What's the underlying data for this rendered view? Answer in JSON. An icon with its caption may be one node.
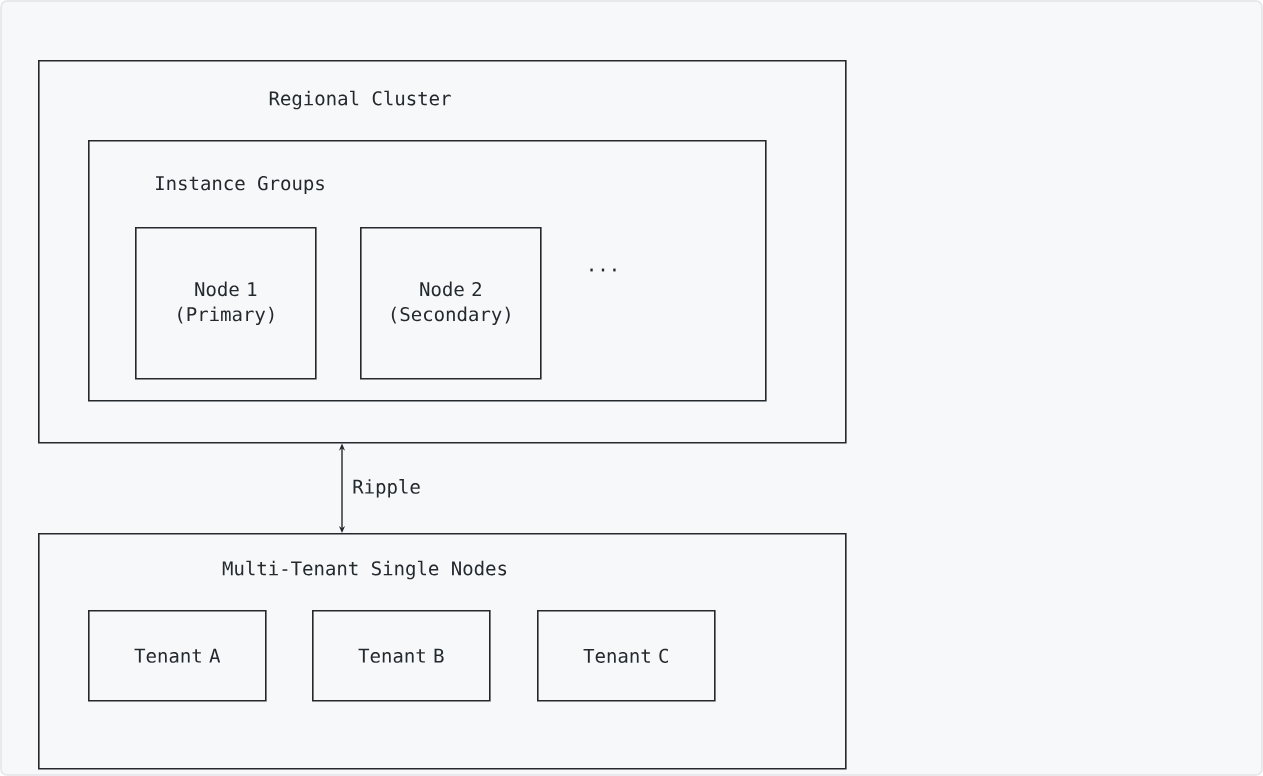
{
  "diagram": {
    "nodes": [
      {
        "text": [
          "Regional Cluster"
        ]
      },
      {
        "text": [
          "Instance Groups"
        ],
        "in": 0
      },
      {
        "text": [
          "Node 1 (Primary)"
        ],
        "in": 1
      },
      {
        "text": [
          "Node 2 (Secondary)"
        ],
        "in": 1
      },
      {
        "text": [
          "Multi-Tenant Single Nodes"
        ]
      },
      {
        "text": [
          "Tenant A"
        ],
        "in": 4
      },
      {
        "text": [
          "Tenant B"
        ],
        "in": 4
      },
      {
        "text": [
          "Tenant C"
        ],
        "in": 4
      }
    ],
    "edges": [
      {
        "from": 0,
        "to": 4,
        "arrow": "both",
        "label": "Ripple"
      }
    ],
    "labels": [
      "..."
    ]
  }
}
